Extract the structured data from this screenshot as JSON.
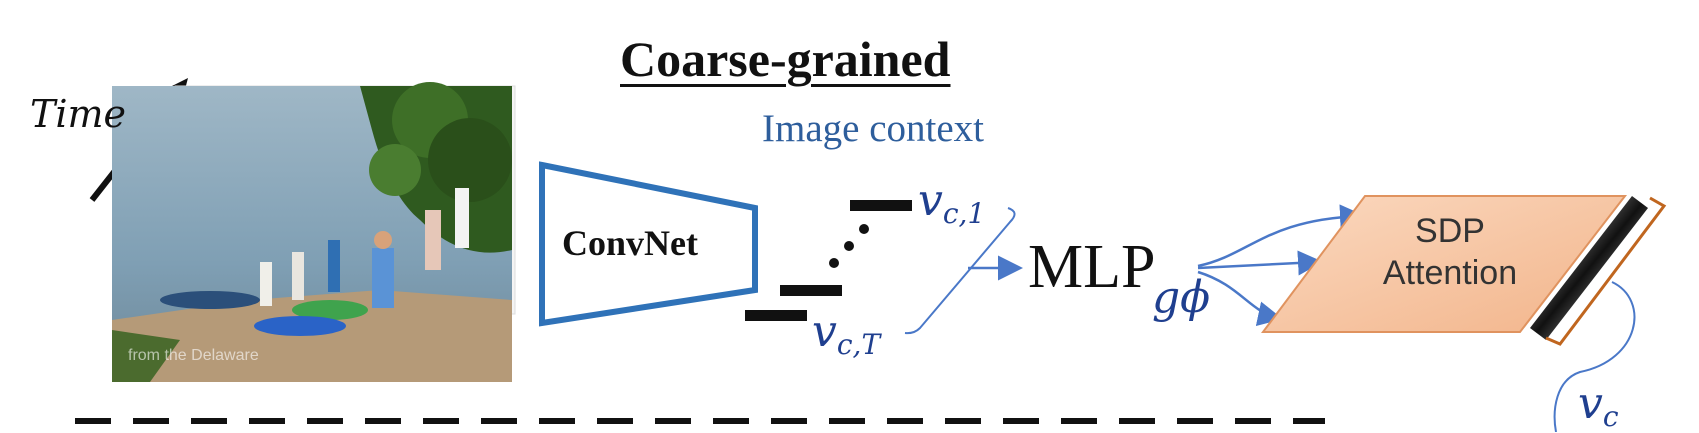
{
  "title": "Coarse-grained",
  "time_label": "Time",
  "image_context_label": "Image context",
  "convnet_label": "ConvNet",
  "mlp_label": "MLP",
  "mlp_subscript": "gϕ",
  "vector_first": "v",
  "vector_first_subscript": "c,1",
  "vector_last": "v",
  "vector_last_subscript": "c,T",
  "attention_line1": "SDP",
  "attention_line2": "Attention",
  "output_vector": "v",
  "output_vector_subscript": "c",
  "photo_watermark": "from the Delaware",
  "colors": {
    "convnet_stroke": "#2f72b8",
    "arrow_blue": "#4a78c8",
    "label_blue": "#2e5e9c",
    "vector_blue": "#1f3f8f",
    "attention_fill": "#f6c3a0",
    "attention_stroke": "#e0935f",
    "bracket_orange": "#c0661f"
  }
}
